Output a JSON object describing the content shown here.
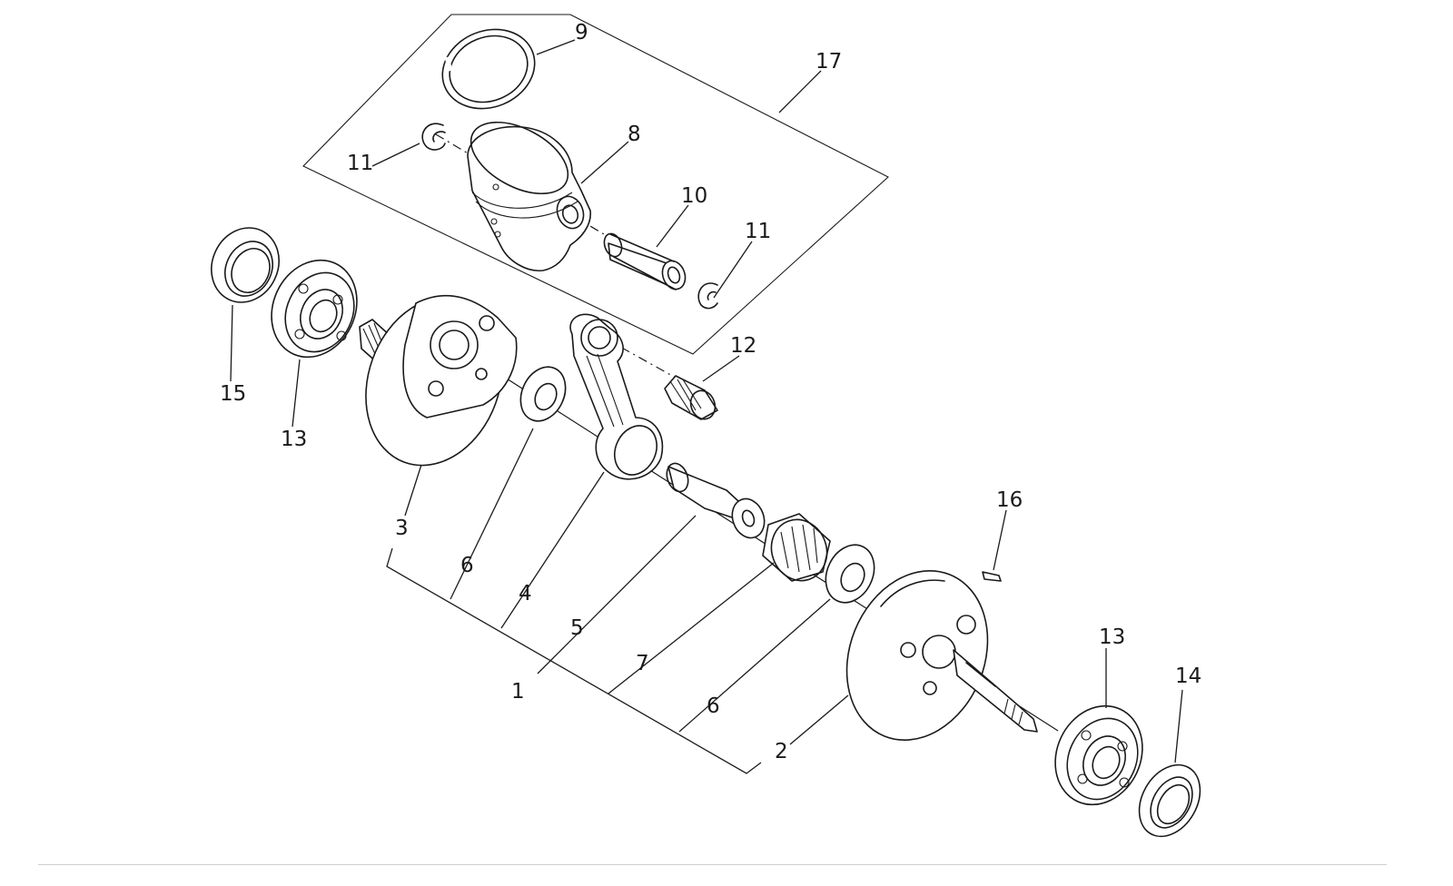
{
  "diagram": {
    "callouts": {
      "c1": "1",
      "c2": "2",
      "c3": "3",
      "c4": "4",
      "c5": "5",
      "c6a": "6",
      "c6b": "6",
      "c7": "7",
      "c8": "8",
      "c9": "9",
      "c10": "10",
      "c11a": "11",
      "c11b": "11",
      "c12": "12",
      "c13a": "13",
      "c13b": "13",
      "c14": "14",
      "c15": "15",
      "c16": "16",
      "c17": "17"
    }
  }
}
